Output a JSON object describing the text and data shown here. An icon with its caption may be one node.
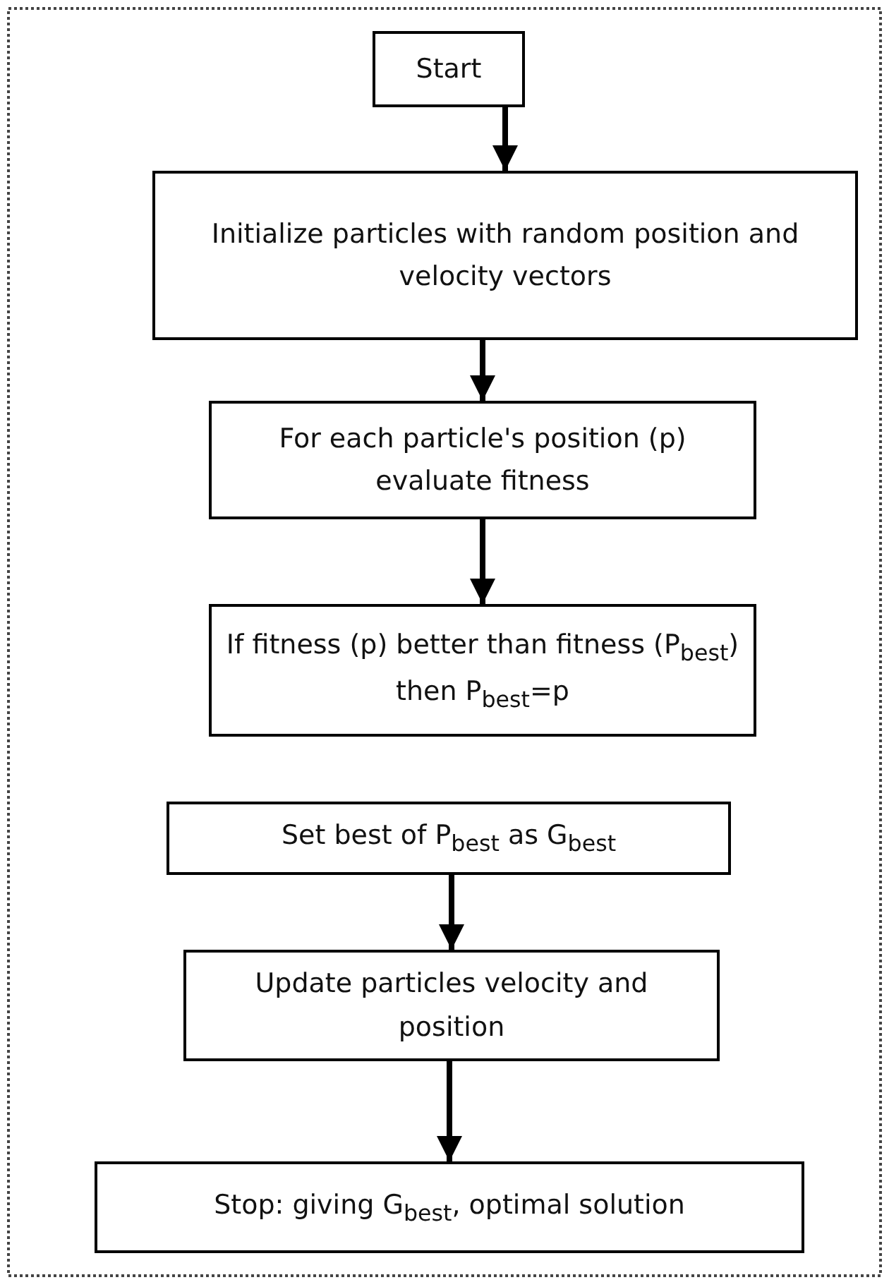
{
  "diagram": {
    "nodes": [
      {
        "text": [
          "Start"
        ]
      },
      {
        "text": [
          "Initialize particles with random position and velocity vectors"
        ]
      },
      {
        "text": [
          "For each particle's position (p) evaluate fitness"
        ]
      },
      {
        "text": [
          "If fitness (p) better than fitness (P$_{best}$) then P$_{best}$=p"
        ]
      },
      {
        "text": [
          "Set best of P$_{best}$ as G$_{best}$"
        ]
      },
      {
        "text": [
          "Update particles velocity and position"
        ]
      },
      {
        "text": [
          "Stop: giving G$_{best}$, optimal solution"
        ]
      }
    ],
    "edges": [
      {
        "from": 0,
        "to": 1,
        "arrow": "to"
      },
      {
        "from": 1,
        "to": 2,
        "arrow": "to"
      },
      {
        "from": 2,
        "to": 3,
        "arrow": "to"
      },
      {
        "from": 4,
        "to": 5,
        "arrow": "to"
      },
      {
        "from": 5,
        "to": 6,
        "arrow": "to"
      }
    ]
  }
}
